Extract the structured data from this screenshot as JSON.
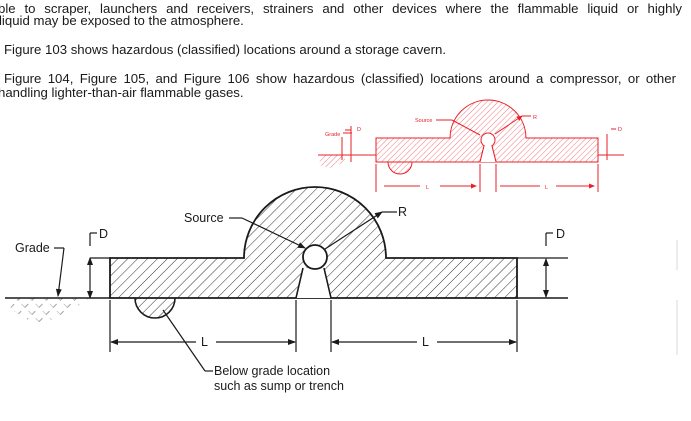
{
  "paragraphs": [
    "ble to scraper, launchers and receivers, strainers and other devices where the flammable liquid or highly",
    "liquid may be exposed to the atmosphere.",
    "Figure 103 shows hazardous (classified) locations around a storage cavern.",
    "Figure 104, Figure 105, and Figure 106 show hazardous (classified) locations around a compressor, or other",
    "handling lighter-than-air flammable gases."
  ],
  "figure": {
    "labels": {
      "grade": "Grade",
      "source": "Source",
      "radius": "R",
      "depth": "D",
      "length": "L",
      "below_grade_line1": "Below grade location",
      "below_grade_line2": "such as sump or trench"
    },
    "colors": {
      "main": "#1a1a1a",
      "overlay": "#e8202a"
    }
  }
}
